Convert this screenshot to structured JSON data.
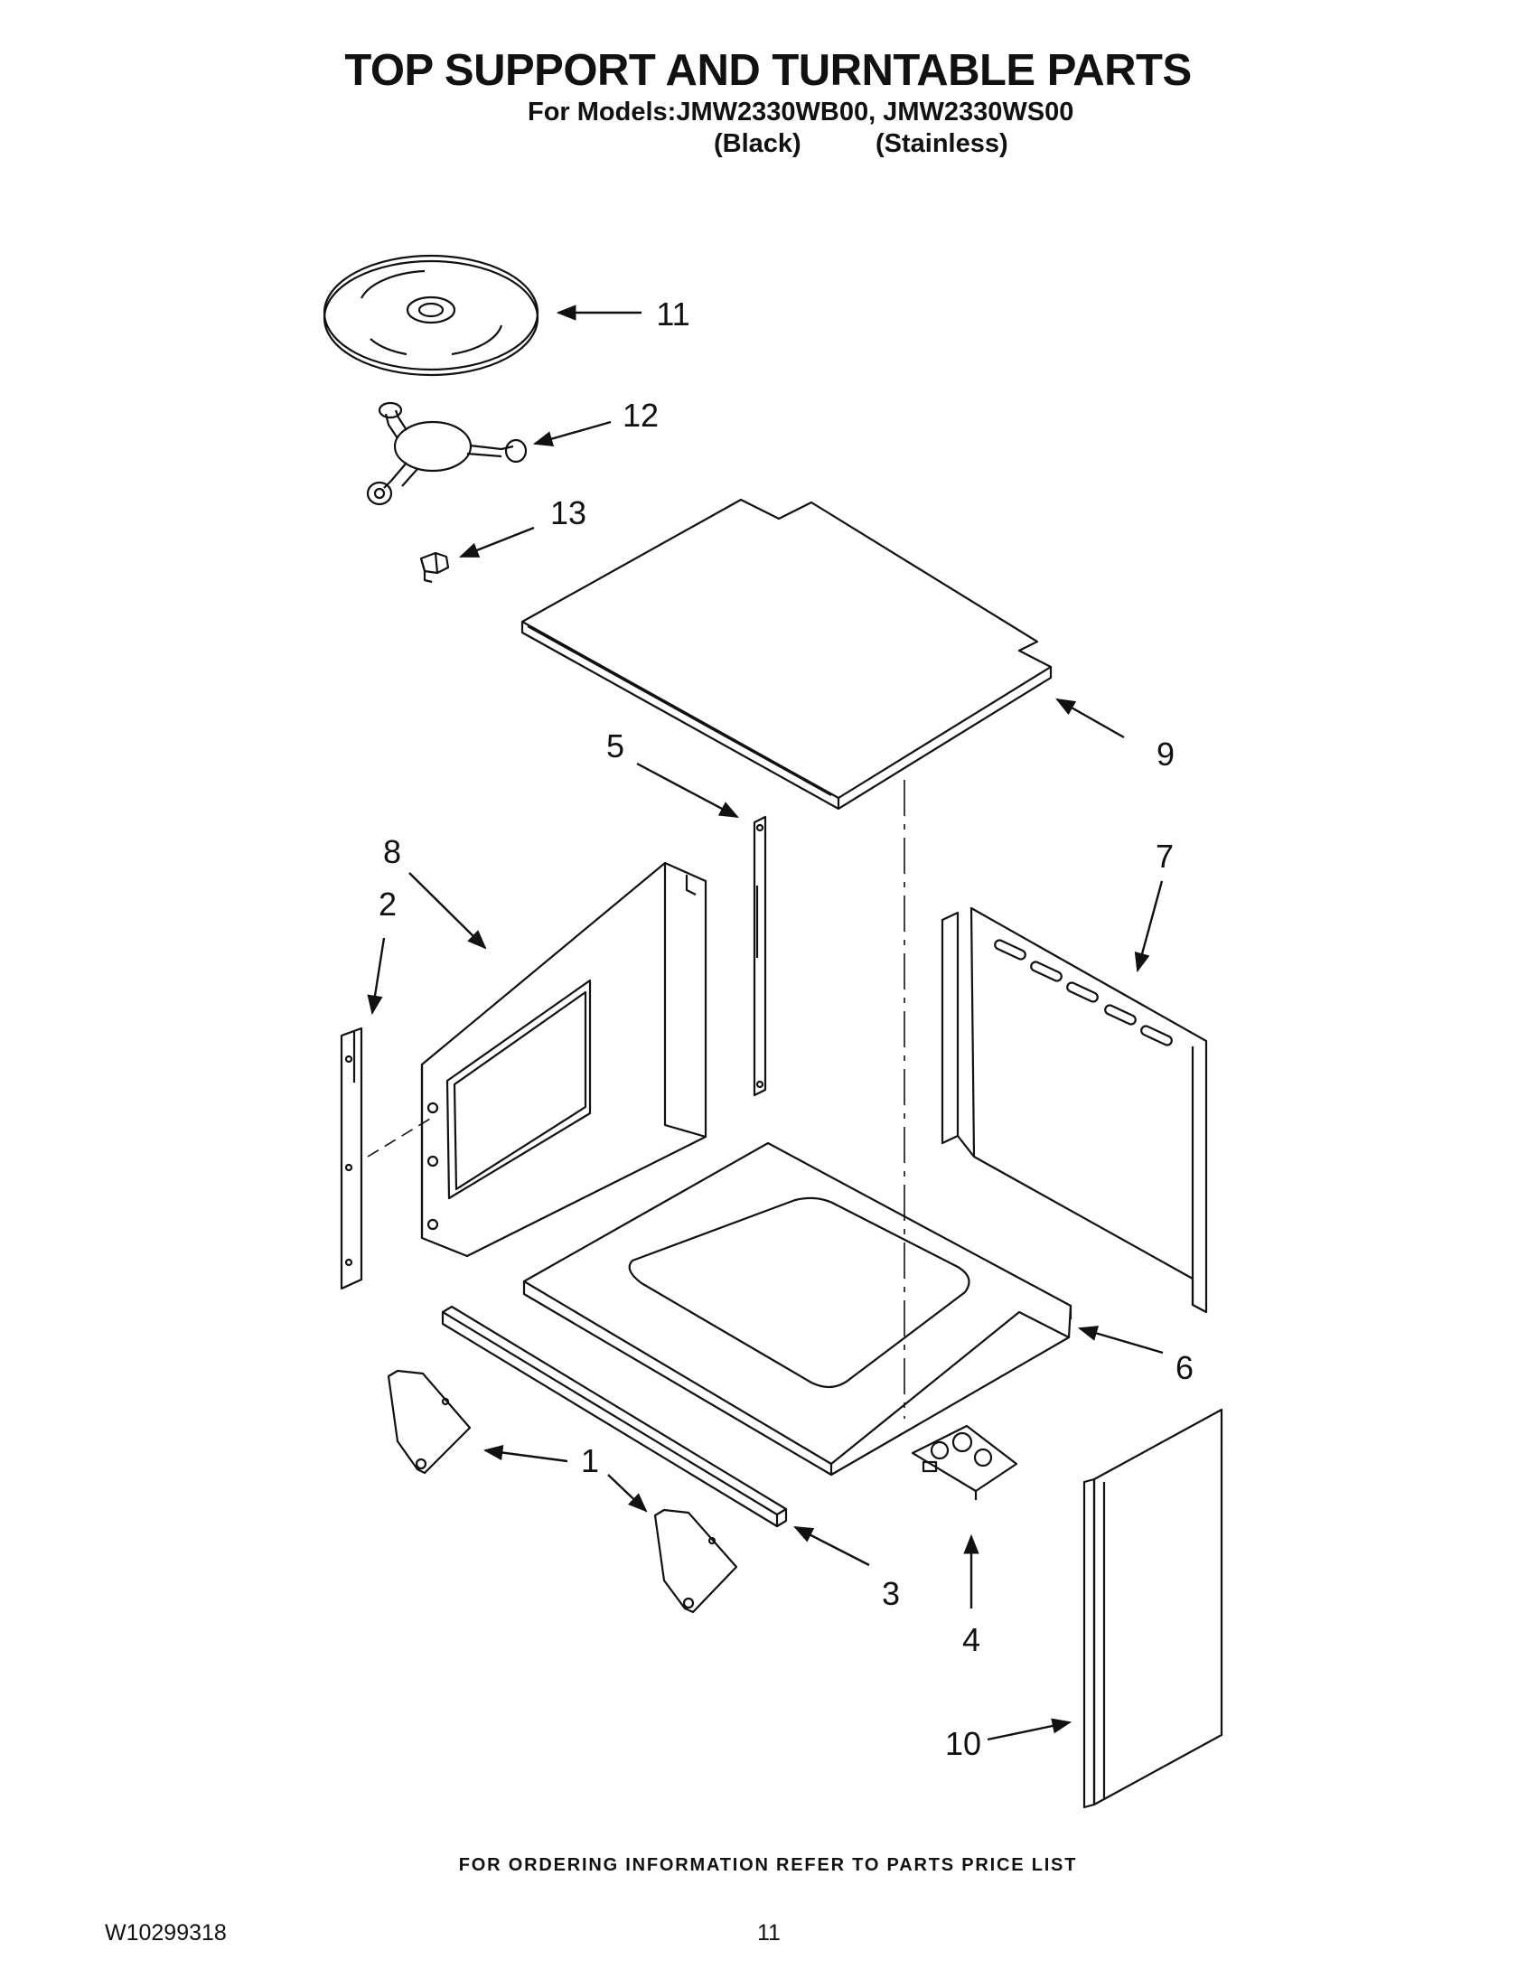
{
  "header": {
    "title": "TOP SUPPORT AND TURNTABLE PARTS",
    "models_line": "For Models:JMW2330WB00, JMW2330WS00",
    "variant_black": "(Black)",
    "variant_stainless": "(Stainless)"
  },
  "callouts": {
    "c1": "1",
    "c2": "2",
    "c3": "3",
    "c4": "4",
    "c5": "5",
    "c6": "6",
    "c7": "7",
    "c8": "8",
    "c9": "9",
    "c10": "10",
    "c11": "11",
    "c12": "12",
    "c13": "13"
  },
  "footer": {
    "note": "FOR ORDERING INFORMATION REFER TO PARTS PRICE LIST",
    "document_number": "W10299318",
    "page_number": "11"
  }
}
